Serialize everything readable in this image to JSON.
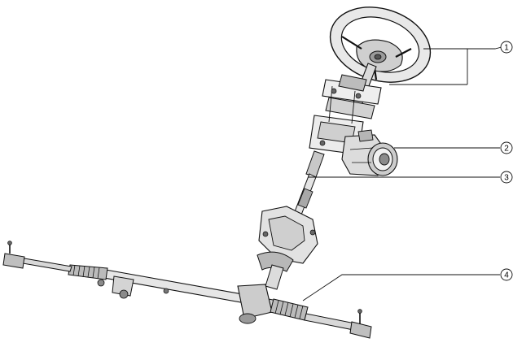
{
  "callouts": [
    {
      "num": "1"
    },
    {
      "num": "2"
    },
    {
      "num": "3"
    },
    {
      "num": "4"
    }
  ],
  "colors": {
    "line": "#111111",
    "fill_light": "#f2f2f2",
    "fill_mid": "#d6d6d6",
    "fill_dark": "#8a8a8a"
  }
}
